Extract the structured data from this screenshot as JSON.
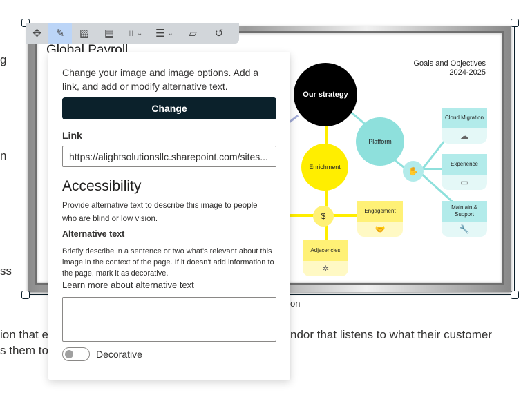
{
  "background_text": {
    "line_g": "g",
    "line_n": "n",
    "line_ss": "ss",
    "caption_fragment": "on",
    "para_left_1": "ion that e",
    "para_left_2": "s them to",
    "para_right_1": "ndor that listens to what their customer"
  },
  "toolbar": {
    "items": [
      {
        "name": "move",
        "icon": "move-icon"
      },
      {
        "name": "edit",
        "icon": "pencil-icon",
        "active": true
      },
      {
        "name": "edit-image",
        "icon": "image-edit-icon"
      },
      {
        "name": "image-caption",
        "icon": "image-text-icon"
      },
      {
        "name": "crop",
        "icon": "crop-icon",
        "has_dropdown": true
      },
      {
        "name": "align",
        "icon": "align-icon",
        "has_dropdown": true
      },
      {
        "name": "alt-text",
        "icon": "window-edit-icon"
      },
      {
        "name": "reset",
        "icon": "undo-icon"
      }
    ]
  },
  "image": {
    "title": "Global Payroll",
    "goals_line1": "Goals and Objectives",
    "goals_line2": "2024-2025",
    "nodes": {
      "strategy": "Our strategy",
      "platform": "Platform",
      "enrichment": "Enrichment",
      "engagement": "Engagement",
      "adjacencies": "Adjacencies",
      "cloud_migration": "Cloud Migration",
      "experience": "Experience",
      "maintain_support": "Maintain & Support"
    },
    "colors": {
      "strategy": "#000000",
      "platform": "#8ee0dc",
      "enrichment": "#ffee00",
      "yellow_box": "#fff176",
      "yellow_box_bottom": "#fff9c4",
      "teal_box": "#b2ebea",
      "teal_box_bottom": "#e4f8f7",
      "purple_line": "#a3acd8"
    }
  },
  "panel": {
    "intro": "Change your image and image options. Add a link, and add or modify alternative text.",
    "change_button": "Change",
    "link_label": "Link",
    "link_value": "https://alightsolutionsllc.sharepoint.com/sites...",
    "accessibility_title": "Accessibility",
    "accessibility_desc": "Provide alternative text to describe this image to people who are blind or low vision.",
    "alt_text_label": "Alternative text",
    "alt_text_desc": "Briefly describe in a sentence or two what's relevant about this image in the context of the page. If it doesn't add information to the page, mark it as decorative.",
    "learn_more": "Learn more about alternative text",
    "alt_text_value": "",
    "decorative_label": "Decorative",
    "decorative_on": false
  }
}
